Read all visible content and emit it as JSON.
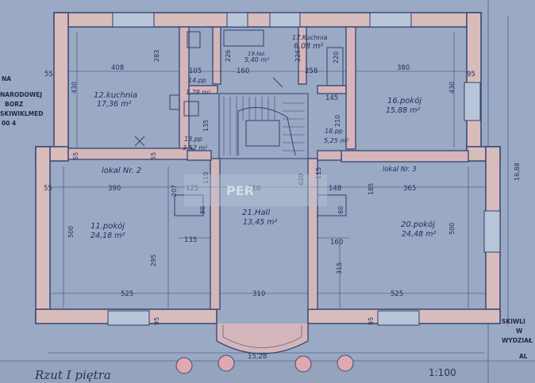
{
  "drawing": {
    "title": "Rzut I piętra",
    "scale": "1:100",
    "watermark": "PER"
  },
  "colors": {
    "paper": "#9aa9c4",
    "wall": "#d8bcbc",
    "ink": "#2f3c6b",
    "column": "#e0a8b0"
  },
  "rooms": [
    {
      "name": "12.kuchnia",
      "area": "17,36 m²"
    },
    {
      "name": "19.łaz.",
      "area": "5,40 m²"
    },
    {
      "name": "17.Kuchnia",
      "area": "6,08 m²"
    },
    {
      "name": "16.pokój",
      "area": "15,88 m²"
    },
    {
      "name": "14.pp",
      "area": "1,78 m²"
    },
    {
      "name": "13.pp",
      "area": "3,52 m²"
    },
    {
      "name": "18.pp",
      "area": "5,25 m²"
    },
    {
      "name": "11.pokój",
      "area": "24,18 m²"
    },
    {
      "name": "21.Hall",
      "area": "13,45 m²"
    },
    {
      "name": "20.pokój",
      "area": "24,48 m²"
    }
  ],
  "units": [
    "lokal Nr. 2",
    "lokal Nr. 3"
  ],
  "dimensions": {
    "d408": "408",
    "d283": "283",
    "d105": "105",
    "d226a": "226",
    "d160": "160",
    "d226b": "226",
    "d258": "258",
    "d220": "220",
    "d380": "380",
    "d55a": "55",
    "d430a": "430",
    "d430b": "430",
    "d95a": "95",
    "d145": "145",
    "d210": "210",
    "d135a": "135",
    "d55b": "55",
    "d55c": "55",
    "d55d": "55",
    "d390": "390",
    "d207": "207",
    "d125": "125",
    "d310a": "310",
    "d620": "620",
    "d115": "115",
    "d148": "148",
    "d185": "185",
    "d365": "365",
    "d110": "110",
    "d500a": "500",
    "d500b": "500",
    "d80a": "80",
    "d80b": "80",
    "d135b": "135",
    "d160b": "160",
    "d295": "295",
    "d315": "315",
    "d525": "525",
    "d310b": "310",
    "d525b": "525",
    "d95b": "95",
    "d95c": "95",
    "d1528": "15,28",
    "d1688": "16,88"
  },
  "stamps": {
    "left_top": "NA",
    "left_1": "NARODOWEJ",
    "left_2": "BORZ",
    "left_3": "SKIWIKLMED",
    "left_4": "00 4",
    "right_1": "SKIWLI",
    "right_2": "W",
    "right_3": "WYDZIAŁ",
    "right_4": "AL"
  }
}
